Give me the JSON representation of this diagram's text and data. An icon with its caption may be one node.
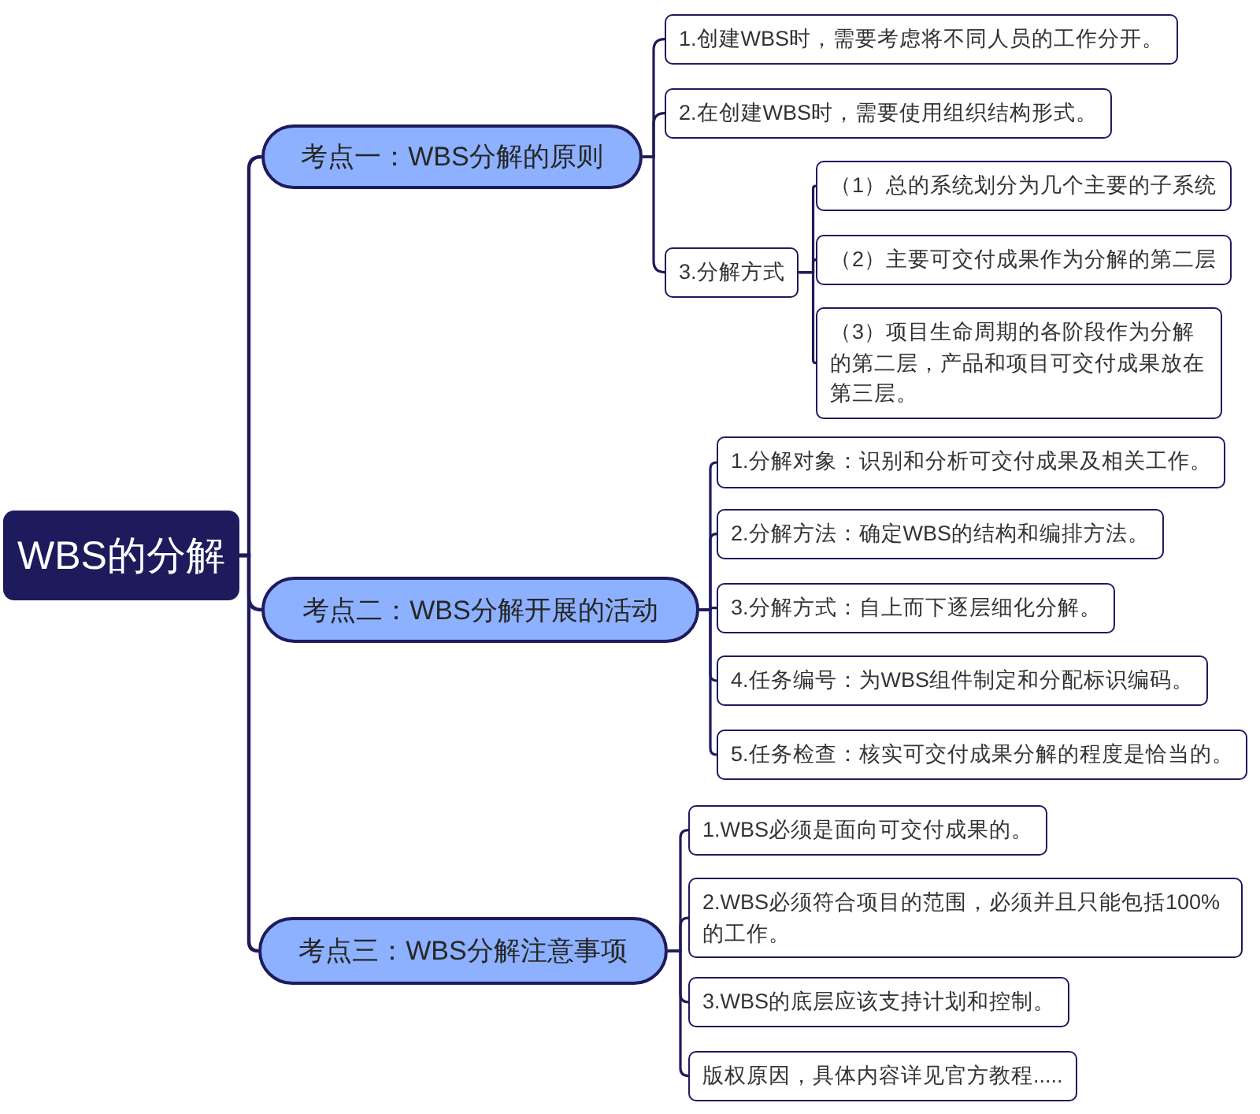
{
  "diagram": {
    "nodes": [
      {
        "text": [
          "WBS的分解"
        ]
      },
      {
        "text": [
          "考点一：WBS分解的原则"
        ]
      },
      {
        "text": [
          "1.创建WBS时，需要考虑将不同人员的工作分开。"
        ]
      },
      {
        "text": [
          "2.在创建WBS时，需要使用组织结构形式。"
        ]
      },
      {
        "text": [
          "3.分解方式"
        ]
      },
      {
        "text": [
          "（1）总的系统划分为几个主要的子系统"
        ]
      },
      {
        "text": [
          "（2）主要可交付成果作为分解的第二层"
        ]
      },
      {
        "text": [
          "（3）项目生命周期的各阶段作为分解的第二层，产品和项目可交付成果放在第三层。"
        ]
      },
      {
        "text": [
          "考点二：WBS分解开展的活动"
        ]
      },
      {
        "text": [
          "1.分解对象：识别和分析可交付成果及相关工作。"
        ]
      },
      {
        "text": [
          "2.分解方法：确定WBS的结构和编排方法。"
        ]
      },
      {
        "text": [
          "3.分解方式：自上而下逐层细化分解。"
        ]
      },
      {
        "text": [
          "4.任务编号：为WBS组件制定和分配标识编码。"
        ]
      },
      {
        "text": [
          "5.任务检查：核实可交付成果分解的程度是恰当的。"
        ]
      },
      {
        "text": [
          "考点三：WBS分解注意事项"
        ]
      },
      {
        "text": [
          "1.WBS必须是面向可交付成果的。"
        ]
      },
      {
        "text": [
          "2.WBS必须符合项目的范围，必须并且只能包括100%的工作。"
        ]
      },
      {
        "text": [
          "3.WBS的底层应该支持计划和控制。"
        ]
      },
      {
        "text": [
          "版权原因，具体内容详见官方教程....."
        ]
      }
    ],
    "edges": [
      {
        "from": 0,
        "to": 1,
        "arrow": "none"
      },
      {
        "from": 0,
        "to": 8,
        "arrow": "none"
      },
      {
        "from": 0,
        "to": 14,
        "arrow": "none"
      },
      {
        "from": 1,
        "to": 2,
        "arrow": "none"
      },
      {
        "from": 1,
        "to": 3,
        "arrow": "none"
      },
      {
        "from": 1,
        "to": 4,
        "arrow": "none"
      },
      {
        "from": 4,
        "to": 5,
        "arrow": "none"
      },
      {
        "from": 4,
        "to": 6,
        "arrow": "none"
      },
      {
        "from": 4,
        "to": 7,
        "arrow": "none"
      },
      {
        "from": 8,
        "to": 9,
        "arrow": "none"
      },
      {
        "from": 8,
        "to": 10,
        "arrow": "none"
      },
      {
        "from": 8,
        "to": 11,
        "arrow": "none"
      },
      {
        "from": 8,
        "to": 12,
        "arrow": "none"
      },
      {
        "from": 8,
        "to": 13,
        "arrow": "none"
      },
      {
        "from": 14,
        "to": 15,
        "arrow": "none"
      },
      {
        "from": 14,
        "to": 16,
        "arrow": "none"
      },
      {
        "from": 14,
        "to": 17,
        "arrow": "none"
      },
      {
        "from": 14,
        "to": 18,
        "arrow": "none"
      }
    ]
  }
}
